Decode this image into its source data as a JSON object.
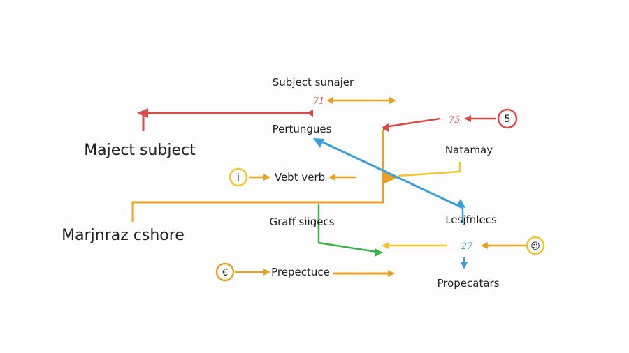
{
  "labels": {
    "subject_sunajer": "Subject sunajer",
    "pertungues": "Pertungues",
    "maject_subject": "Maject subject",
    "vebt_verb": "Vebt verb",
    "marjnraz_cshore": "Marjnraz cshore",
    "graff_siigecs": "Graff siigecs",
    "prepectuce": "Prepectuce",
    "natamay": "Natamay",
    "lesjfnlecs": "Lesjfnlecs",
    "propecatars": "Propecatars"
  },
  "numbers": {
    "n71": "71",
    "n75": "75",
    "n27": "27"
  },
  "nodes": {
    "red_circle": "5",
    "orange_circle_top": "i",
    "orange_circle_bottom": "€",
    "yellow_circle": "☺"
  },
  "colors": {
    "red": "#d94b45",
    "orange": "#e8a126",
    "yellow": "#f2c531",
    "blue": "#3a9fd8",
    "green": "#3bb348"
  }
}
